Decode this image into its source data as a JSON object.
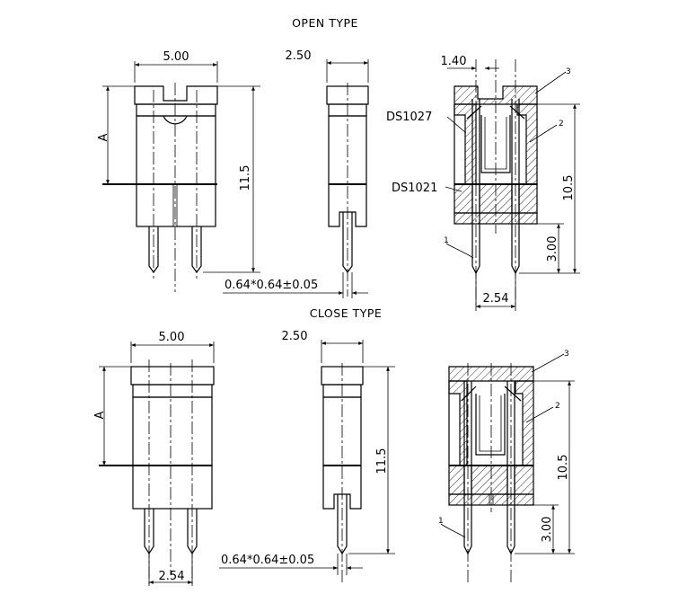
{
  "titles": {
    "open": "OPEN TYPE",
    "close": "CLOSE TYPE"
  },
  "open_front": {
    "width": "5.00",
    "a": "A"
  },
  "open_side": {
    "width": "2.50",
    "height": "11.5",
    "pin": "0.64*0.64±0.05"
  },
  "open_section": {
    "offset": "1.40",
    "height": "10.5",
    "pin_length": "3.00",
    "pitch": "2.54"
  },
  "close_front": {
    "width": "5.00",
    "a": "A",
    "pitch": "2.54"
  },
  "close_side": {
    "width": "2.50",
    "height": "11.5",
    "pin": "0.64*0.64±0.05"
  },
  "close_section": {
    "height": "10.5",
    "pin_length": "3.00"
  },
  "callouts": {
    "ds1027": "DS1027",
    "ds1021": "DS1021",
    "n1": "1",
    "n2": "2",
    "n3": "3"
  }
}
